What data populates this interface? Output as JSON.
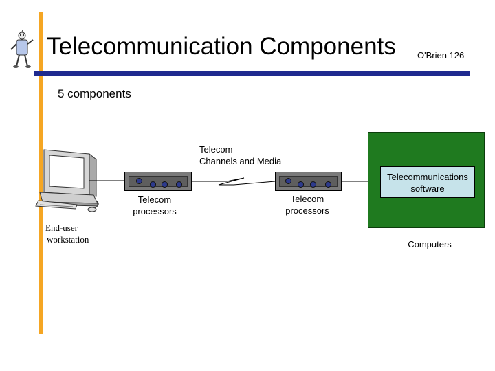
{
  "slide": {
    "title": "Telecommunication Components",
    "reference": "O'Brien 126",
    "subtitle": "5 components"
  },
  "diagram": {
    "channels_label": [
      "Telecom",
      "Channels and Media"
    ],
    "left_processor_label": [
      "Telecom",
      "processors"
    ],
    "right_processor_label": [
      "Telecom",
      "processors"
    ],
    "workstation_label": [
      "End-user",
      "workstation"
    ],
    "software_label": [
      "Telecommunications",
      "software"
    ],
    "computers_label": "Computers"
  },
  "colors": {
    "accent_vertical": "#f5a623",
    "accent_horizontal": "#1f2a8f",
    "computer_box": "#1f7a1f",
    "software_box": "#c6e3ea",
    "processor": "#7a7a7a"
  }
}
